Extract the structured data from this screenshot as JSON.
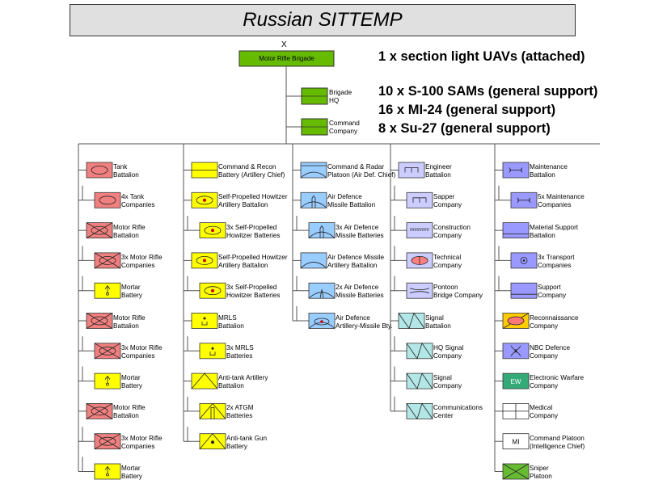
{
  "title": "Russian SITTEMP",
  "info": [
    "1 x section light UAVs (attached)",
    "10 x S-100 SAMs (general support)",
    "16 x MI-24 (general support)",
    "8 x Su-27 (general support)"
  ],
  "brigade": {
    "label": "Motor Rifle Brigade",
    "echelon": "X"
  },
  "hq": [
    {
      "label": "Brigade HQ",
      "lines": [
        "Brigade",
        "HQ"
      ]
    },
    {
      "label": "Command Company",
      "lines": [
        "Command",
        "Company"
      ]
    }
  ],
  "columns": [
    [
      {
        "lines": [
          "Tank",
          "Battalion"
        ],
        "type": "tank",
        "color": "#f08080",
        "level": 0
      },
      {
        "lines": [
          "4x Tank",
          "Companies"
        ],
        "type": "tank",
        "color": "#f08080",
        "level": 1
      },
      {
        "lines": [
          "Motor Rifle",
          "Battalion"
        ],
        "type": "mech",
        "color": "#f08080",
        "level": 0
      },
      {
        "lines": [
          "3x Motor Rifle",
          "Companies"
        ],
        "type": "mech",
        "color": "#f08080",
        "level": 1
      },
      {
        "lines": [
          "Mortar",
          "Battery"
        ],
        "type": "mortar",
        "color": "#ffff00",
        "level": 1
      },
      {
        "lines": [
          "Motor Rifle",
          "Battalion"
        ],
        "type": "mech",
        "color": "#f08080",
        "level": 0
      },
      {
        "lines": [
          "3x Motor Rifle",
          "Companies"
        ],
        "type": "mech",
        "color": "#f08080",
        "level": 1
      },
      {
        "lines": [
          "Mortar",
          "Battery"
        ],
        "type": "mortar",
        "color": "#ffff00",
        "level": 1
      },
      {
        "lines": [
          "Motor Rifle",
          "Battalion"
        ],
        "type": "mech",
        "color": "#f08080",
        "level": 0
      },
      {
        "lines": [
          "3x Motor Rifle",
          "Companies"
        ],
        "type": "mech",
        "color": "#f08080",
        "level": 1
      },
      {
        "lines": [
          "Mortar",
          "Battery"
        ],
        "type": "mortar",
        "color": "#ffff00",
        "level": 1
      }
    ],
    [
      {
        "lines": [
          "Command & Recon",
          "Battery (Artillery Chief)"
        ],
        "type": "cmdrecon",
        "color": "#ffff00",
        "level": 0
      },
      {
        "lines": [
          "Self-Propelled Howitzer",
          "Artillery Battalion"
        ],
        "type": "spart",
        "color": "#ffff00",
        "level": 0
      },
      {
        "lines": [
          "3x Self-Propelled",
          "Howitzer Batteries"
        ],
        "type": "spart",
        "color": "#ffff00",
        "level": 1
      },
      {
        "lines": [
          "Self-Propelled Howitzer",
          "Artillery Battalion"
        ],
        "type": "spart",
        "color": "#ffff00",
        "level": 0
      },
      {
        "lines": [
          "3x Self-Propelled",
          "Howitzer Batteries"
        ],
        "type": "spart",
        "color": "#ffff00",
        "level": 1
      },
      {
        "lines": [
          "MRLS",
          "Battalion"
        ],
        "type": "mrls",
        "color": "#ffff00",
        "level": 0
      },
      {
        "lines": [
          "3x MRLS",
          "Batteries"
        ],
        "type": "mrls",
        "color": "#ffff00",
        "level": 1
      },
      {
        "lines": [
          "Anti-tank Artillery",
          "Battalion"
        ],
        "type": "atart",
        "color": "#ffff00",
        "level": 0
      },
      {
        "lines": [
          "2x ATGM",
          "Batteries"
        ],
        "type": "atgm",
        "color": "#ffff00",
        "level": 1
      },
      {
        "lines": [
          "Anti-tank Gun",
          "Battery"
        ],
        "type": "atgun",
        "color": "#ffff00",
        "level": 1
      }
    ],
    [
      {
        "lines": [
          "Command & Radar",
          "Platoon (Air Def. Chief)"
        ],
        "type": "radar",
        "color": "#99ccff",
        "level": 0
      },
      {
        "lines": [
          "Air Defence",
          "Missile Battalion"
        ],
        "type": "admissile",
        "color": "#99ccff",
        "level": 0
      },
      {
        "lines": [
          "3x Air Defence",
          "Missile Batteries"
        ],
        "type": "admissile",
        "color": "#99ccff",
        "level": 1
      },
      {
        "lines": [
          "Air Defence Missile",
          "Artillery Battalion"
        ],
        "type": "adart",
        "color": "#99ccff",
        "level": 0
      },
      {
        "lines": [
          "2x Air Defence",
          "Missile Batteries"
        ],
        "type": "admissile2",
        "color": "#99ccff",
        "level": 1
      },
      {
        "lines": [
          "Air Defence",
          "Artillery-Missile Bty."
        ],
        "type": "adartmissile",
        "color": "#99ccff",
        "level": 1
      }
    ],
    [
      {
        "lines": [
          "Engineer",
          "Battalion"
        ],
        "type": "engineer",
        "color": "#ccccff",
        "level": 0
      },
      {
        "lines": [
          "Sapper",
          "Company"
        ],
        "type": "engineer",
        "color": "#ccccff",
        "level": 1
      },
      {
        "lines": [
          "Construction",
          "Company"
        ],
        "type": "construction",
        "color": "#ccccff",
        "level": 1
      },
      {
        "lines": [
          "Technical",
          "Company"
        ],
        "type": "technical",
        "color": "#ccccff",
        "level": 1
      },
      {
        "lines": [
          "Pontoon",
          "Bridge Company"
        ],
        "type": "pontoon",
        "color": "#ccccff",
        "level": 1
      },
      {
        "lines": [
          "Signal",
          "Battalion"
        ],
        "type": "signal",
        "color": "#b3e6e6",
        "level": 0
      },
      {
        "lines": [
          "HQ Signal",
          "Company"
        ],
        "type": "signal",
        "color": "#b3e6e6",
        "level": 1
      },
      {
        "lines": [
          "Signal",
          "Company"
        ],
        "type": "signal",
        "color": "#b3e6e6",
        "level": 1
      },
      {
        "lines": [
          "Communications",
          "Center"
        ],
        "type": "signal",
        "color": "#b3e6e6",
        "level": 1
      }
    ],
    [
      {
        "lines": [
          "Maintenance",
          "Battalion"
        ],
        "type": "maint",
        "color": "#9999ff",
        "level": 0
      },
      {
        "lines": [
          "5x Maintenance",
          "Companies"
        ],
        "type": "maint",
        "color": "#9999ff",
        "level": 1
      },
      {
        "lines": [
          "Material Support",
          "Battalion"
        ],
        "type": "supply",
        "color": "#9999ff",
        "level": 0
      },
      {
        "lines": [
          "3x Transport",
          "Companies"
        ],
        "type": "transport",
        "color": "#9999ff",
        "level": 1
      },
      {
        "lines": [
          "Support",
          "Company"
        ],
        "type": "supply",
        "color": "#9999ff",
        "level": 1
      },
      {
        "lines": [
          "Reconnaissance",
          "Company"
        ],
        "type": "recon",
        "color": "#ffcc00",
        "level": 0
      },
      {
        "lines": [
          "NBC Defence",
          "Company"
        ],
        "type": "nbc",
        "color": "#9999ff",
        "level": 0
      },
      {
        "lines": [
          "Electronic Warfare",
          "Company"
        ],
        "type": "ew",
        "color": "#33aa77",
        "level": 0,
        "symbol_text": "EW"
      },
      {
        "lines": [
          "Medical",
          "Company"
        ],
        "type": "medical",
        "color": "#ffffff",
        "level": 0
      },
      {
        "lines": [
          "Command Platoon",
          "(Intelligence Chief)"
        ],
        "type": "mi",
        "color": "#ffffff",
        "level": 0,
        "symbol_text": "MI"
      },
      {
        "lines": [
          "Sniper",
          "Platoon"
        ],
        "type": "sniper",
        "color": "#66bb33",
        "level": 0
      }
    ]
  ]
}
